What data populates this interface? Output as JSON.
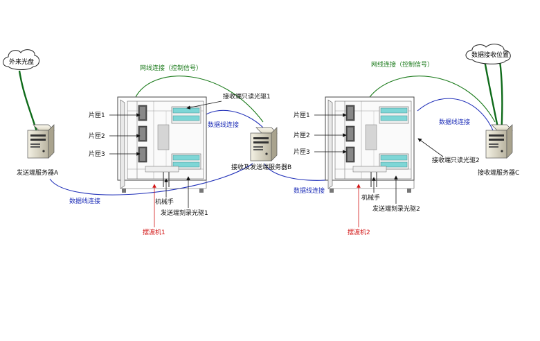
{
  "clouds": {
    "source": "外来光盘",
    "receive": "数据接收位置"
  },
  "servers": {
    "a": "发送端服务器A",
    "b": "接收及发送端服务器B",
    "c": "接收端服务器C"
  },
  "links": {
    "network_1": "网线连接（控制信号）",
    "network_2": "网线连接（控制信号）",
    "data_a_b": "数据线连接",
    "data_b_1": "数据线连接",
    "data_b_2": "数据线连接",
    "data_c_2": "数据线连接"
  },
  "machine1": {
    "slot1": "片匣1",
    "slot2": "片匣2",
    "slot3": "片匣3",
    "read_drive": "接收端只读光驱1",
    "arm": "机械手",
    "burn_drive": "发送端刻录光驱1",
    "name": "摆渡机1"
  },
  "machine2": {
    "slot1": "片匣1",
    "slot2": "片匣2",
    "slot3": "片匣3",
    "read_drive": "接收端只读光驱2",
    "arm": "机械手",
    "burn_drive": "发送端刻录光驱2",
    "name": "摆渡机2"
  },
  "colors": {
    "network": "#1a7a1a",
    "data": "#1f2fb8",
    "machine_name": "#d21414",
    "drive": "#7ed6d6"
  }
}
